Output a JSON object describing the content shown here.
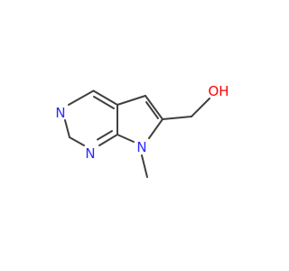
{
  "atoms": [
    {
      "id": "n3",
      "label": "N",
      "color": "#2a2aff"
    },
    {
      "id": "n1",
      "label": "N",
      "color": "#2a2aff"
    },
    {
      "id": "n7",
      "label": "N",
      "color": "#2a2aff"
    },
    {
      "id": "oh",
      "label": "OH",
      "color": "#ff0000"
    }
  ],
  "colors": {
    "bond": "#404040",
    "nitrogen": "#2a2aff",
    "oxygen": "#ff0000"
  }
}
